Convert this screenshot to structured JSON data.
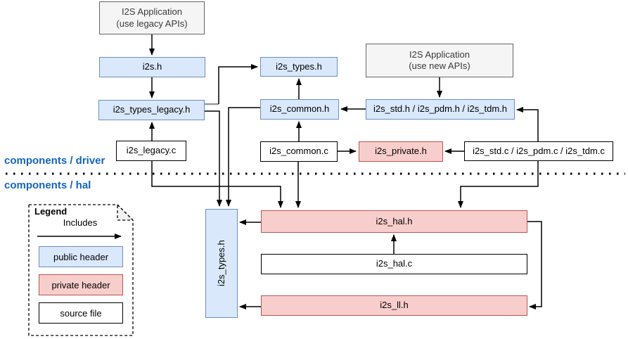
{
  "diagram": {
    "sections": {
      "driver_label": "components / driver",
      "hal_label": "components / hal"
    },
    "nodes": {
      "app_legacy": {
        "line1": "I2S Application",
        "line2": "(use legacy APIs)",
        "type": "application"
      },
      "i2s_h": {
        "label": "i2s.h",
        "type": "public header"
      },
      "i2s_types_legacy_h": {
        "label": "i2s_types_legacy.h",
        "type": "public header"
      },
      "i2s_legacy_c": {
        "label": "i2s_legacy.c",
        "type": "source file"
      },
      "i2s_types_h_driver": {
        "label": "i2s_types.h",
        "type": "public header"
      },
      "i2s_common_h": {
        "label": "i2s_common.h",
        "type": "public header"
      },
      "i2s_common_c": {
        "label": "i2s_common.c",
        "type": "source file"
      },
      "i2s_private_h": {
        "label": "i2s_private.h",
        "type": "private header"
      },
      "app_new": {
        "line1": "I2S Application",
        "line2": "(use new APIs)",
        "type": "application"
      },
      "i2s_std_pdm_tdm_h": {
        "label": "i2s_std.h / i2s_pdm.h / i2s_tdm.h",
        "type": "public header"
      },
      "i2s_std_pdm_tdm_c": {
        "label": "i2s_std.c / i2s_pdm.c / i2s_tdm.c",
        "type": "source file"
      },
      "i2s_types_h_hal": {
        "label": "i2s_types.h",
        "type": "public header"
      },
      "i2s_hal_h": {
        "label": "i2s_hal.h",
        "type": "private header"
      },
      "i2s_hal_c": {
        "label": "i2s_hal.c",
        "type": "source file"
      },
      "i2s_ll_h": {
        "label": "i2s_ll.h",
        "type": "private header"
      }
    },
    "edges": [
      {
        "from": "I2S Application (use legacy APIs)",
        "to": "i2s.h"
      },
      {
        "from": "i2s.h",
        "to": "i2s_types_legacy.h"
      },
      {
        "from": "i2s_types_legacy.h",
        "to": "i2s_types.h (driver)"
      },
      {
        "from": "i2s_types_legacy.h",
        "to": "i2s_types.h (hal)"
      },
      {
        "from": "i2s_legacy.c",
        "to": "i2s_types_legacy.h"
      },
      {
        "from": "i2s_legacy.c",
        "to": "i2s_hal.h"
      },
      {
        "from": "i2s_common.h",
        "to": "i2s_types.h (driver)"
      },
      {
        "from": "i2s_common.h",
        "to": "i2s_types.h (hal)"
      },
      {
        "from": "i2s_common.c",
        "to": "i2s_common.h"
      },
      {
        "from": "i2s_common.c",
        "to": "i2s_private.h"
      },
      {
        "from": "i2s_common.c",
        "to": "i2s_hal.h"
      },
      {
        "from": "I2S Application (use new APIs)",
        "to": "i2s_std.h / i2s_pdm.h / i2s_tdm.h"
      },
      {
        "from": "i2s_std.h / i2s_pdm.h / i2s_tdm.h",
        "to": "i2s_common.h"
      },
      {
        "from": "i2s_std.c / i2s_pdm.c / i2s_tdm.c",
        "to": "i2s_private.h"
      },
      {
        "from": "i2s_std.c / i2s_pdm.c / i2s_tdm.c",
        "to": "i2s_std.h / i2s_pdm.h / i2s_tdm.h"
      },
      {
        "from": "i2s_std.c / i2s_pdm.c / i2s_tdm.c",
        "to": "i2s_hal.h"
      },
      {
        "from": "i2s_hal.h",
        "to": "i2s_types.h (hal)"
      },
      {
        "from": "i2s_hal.c",
        "to": "i2s_hal.h"
      },
      {
        "from": "i2s_hal.h",
        "to": "i2s_ll.h"
      },
      {
        "from": "i2s_ll.h",
        "to": "i2s_types.h (hal)"
      }
    ],
    "legend": {
      "title": "Legend",
      "includes_label": "Includes",
      "items": [
        {
          "label": "public header",
          "type": "blue"
        },
        {
          "label": "private header",
          "type": "red"
        },
        {
          "label": "source file",
          "type": "white"
        }
      ]
    },
    "colors": {
      "public_header_fill": "#dae8fc",
      "public_header_stroke": "#6c8ebf",
      "private_header_fill": "#f8cecc",
      "private_header_stroke": "#b85450",
      "application_fill": "#f5f5f5",
      "application_stroke": "#666666",
      "source_file_fill": "#ffffff",
      "source_file_stroke": "#000000",
      "section_label_color": "#1565c0",
      "connector_color": "#000000"
    }
  }
}
